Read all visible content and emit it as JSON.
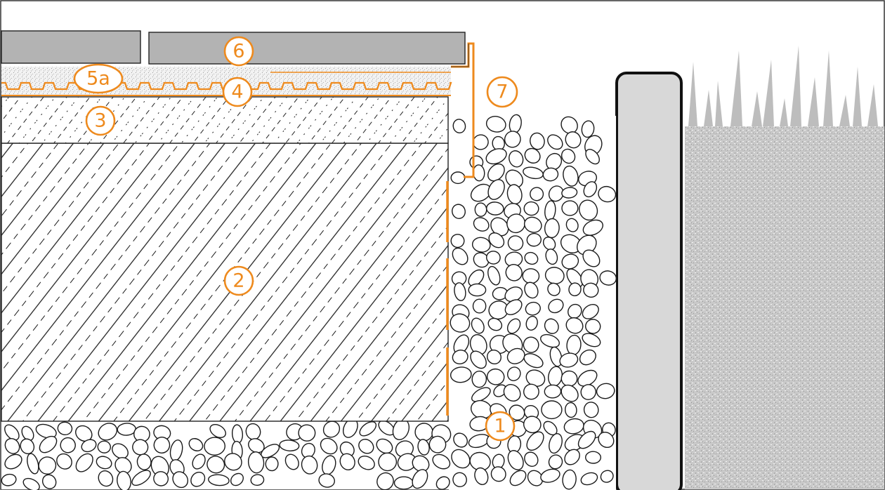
{
  "diagram": {
    "accent_color": "#ee8a1d",
    "callouts": [
      {
        "id": "1",
        "label": "1"
      },
      {
        "id": "2",
        "label": "2"
      },
      {
        "id": "3",
        "label": "3"
      },
      {
        "id": "4",
        "label": "4"
      },
      {
        "id": "5a",
        "label": "5a"
      },
      {
        "id": "6",
        "label": "6"
      },
      {
        "id": "7",
        "label": "7"
      }
    ]
  }
}
